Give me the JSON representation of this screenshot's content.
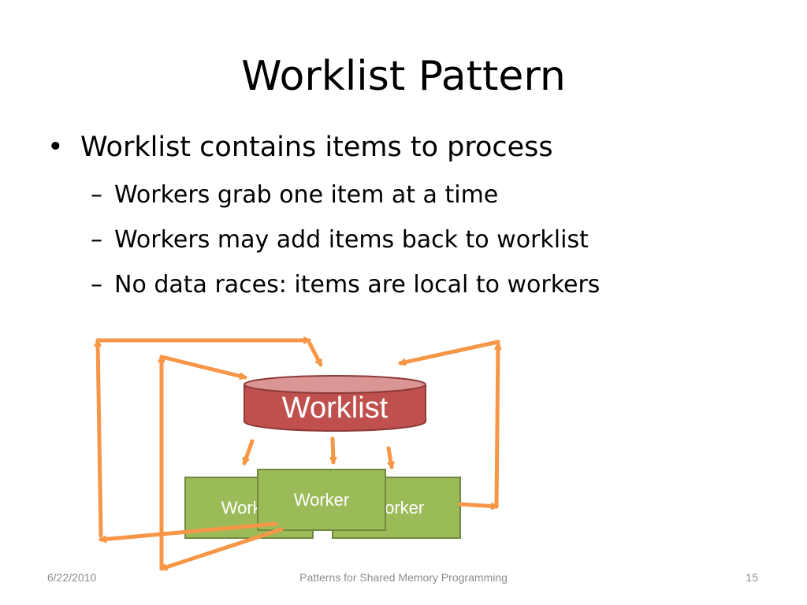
{
  "slide": {
    "title": "Worklist Pattern",
    "bullet": {
      "symbol": "•",
      "text": "Worklist contains items to process"
    },
    "sub_bullets": [
      {
        "symbol": "–",
        "text": "Workers grab one item at a time"
      },
      {
        "symbol": "–",
        "text": "Workers may add items back to worklist"
      },
      {
        "symbol": "–",
        "text": "No data races: items are local to workers"
      }
    ]
  },
  "diagram": {
    "worklist_label": "Worklist",
    "worker_left_label": "Worker",
    "worker_center_label": "Worker",
    "worker_right_label": "Worker",
    "colors": {
      "worklist_fill": "#c0504d",
      "worklist_top": "#d99694",
      "worklist_stroke": "#8c3836",
      "worker_fill": "#9bbb59",
      "worker_stroke": "#71893f",
      "arrow": "#f79646"
    }
  },
  "footer": {
    "date": "6/22/2010",
    "center": "Patterns for Shared Memory Programming",
    "page": "15"
  }
}
